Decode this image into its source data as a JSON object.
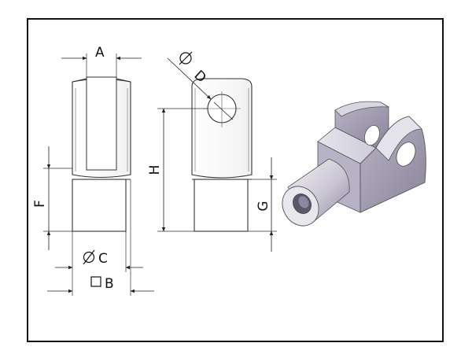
{
  "frame": {
    "border_color": "#111111",
    "background": "#ffffff"
  },
  "labels": {
    "A": "A",
    "D": "D",
    "F": "F",
    "H": "H",
    "G": "G",
    "C": "C",
    "B": "B"
  },
  "symbols": {
    "diameter": "diameter-symbol",
    "square": "square-symbol"
  },
  "colors": {
    "part_body": "#cdc9d6",
    "part_shadow": "#7d7893",
    "part_highlight": "#ecebf1"
  }
}
